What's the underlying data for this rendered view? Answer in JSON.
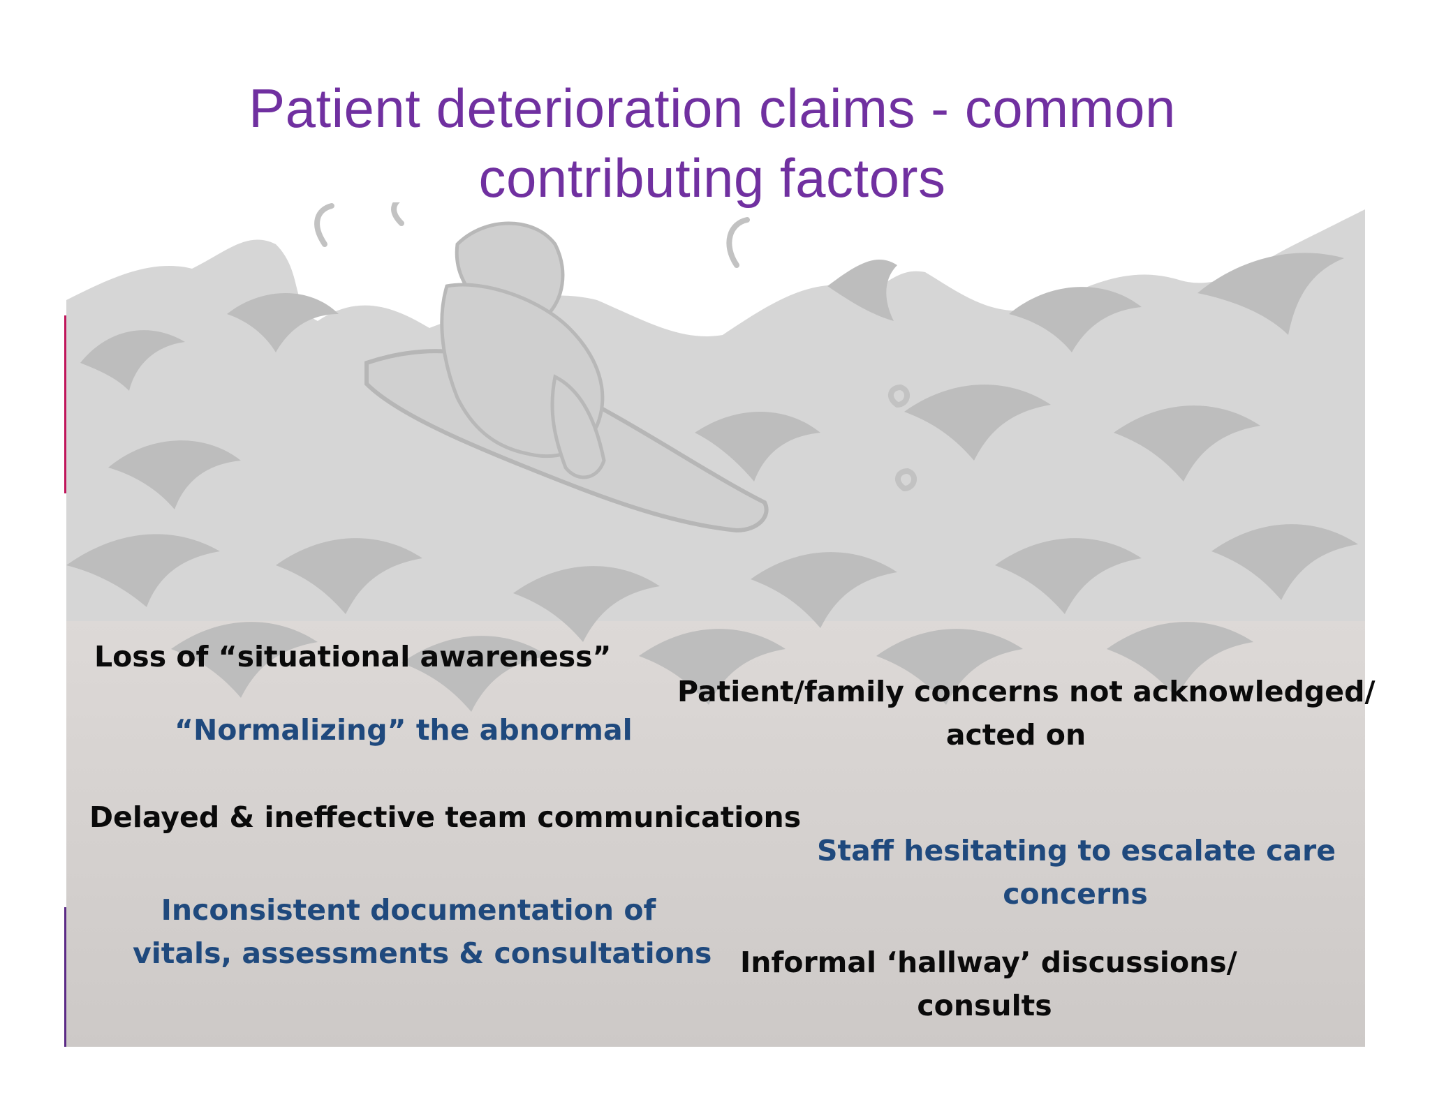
{
  "slide": {
    "title_lines": [
      "Patient deterioration claims - common",
      "contributing factors"
    ],
    "illustration": {
      "icon": "person-in-boat-on-stormy-waves-icon",
      "wave_color": "#c8c8c8",
      "ground_color": "#d2cecc"
    },
    "colors": {
      "title": "#7030a0",
      "black_text": "#0a0a0a",
      "blue_text": "#1f497d",
      "accent_red": "#c0155a",
      "accent_purple": "#5b2a86"
    },
    "factors": {
      "situational_awareness": "Loss of “situational awareness”",
      "normalizing": "“Normalizing” the abnormal",
      "family_concerns_line1": "Patient/family concerns not acknowledged/",
      "family_concerns_line2": "acted on",
      "team_communications": "Delayed  & ineffective team communications",
      "hesitating_line1": "Staff hesitating to escalate care",
      "hesitating_line2": "concerns",
      "documentation_line1": "Inconsistent documentation of",
      "documentation_line2": "vitals, assessments & consultations",
      "hallway_line1": "Informal ‘hallway’ discussions/",
      "hallway_line2": "consults"
    }
  }
}
